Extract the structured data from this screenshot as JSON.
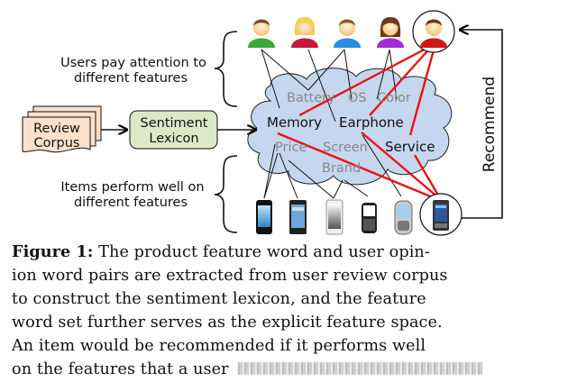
{
  "figure": {
    "brace_labels": {
      "users": [
        "Users pay attention to",
        "different features"
      ],
      "items": [
        "Items perform well on",
        "different features"
      ]
    },
    "review_corpus": [
      "Review",
      "Corpus"
    ],
    "sentiment_lexicon": [
      "Sentiment",
      "Lexicon"
    ],
    "recommend_label": "Recommend",
    "features_primary": [
      "Memory",
      "Earphone",
      "Service"
    ],
    "features_secondary": [
      "Battery",
      "OS",
      "Color",
      "Price",
      "Screen",
      "Brand"
    ],
    "users": [
      {
        "name": "user-1",
        "shirt_color": "#3aa83a"
      },
      {
        "name": "user-2",
        "shirt_color": "#c8183c"
      },
      {
        "name": "user-3",
        "shirt_color": "#2a8fe0"
      },
      {
        "name": "user-4",
        "shirt_color": "#a22ad0"
      },
      {
        "name": "user-5",
        "shirt_color": "#d01818",
        "highlighted": true
      }
    ],
    "items": [
      {
        "name": "phone-1"
      },
      {
        "name": "phone-2"
      },
      {
        "name": "phone-3"
      },
      {
        "name": "phone-4"
      },
      {
        "name": "phone-5"
      },
      {
        "name": "phone-6",
        "highlighted": true
      }
    ],
    "colors": {
      "cloud_fill": "#c5d7ee",
      "corpus_fill": "#fbe0cc",
      "lexicon_fill": "#dde8c8",
      "highlight_edge": "#ee1111",
      "secondary_text": "#888888"
    }
  },
  "caption": {
    "label": "Figure 1:",
    "lines": [
      " The product feature word and user opin-",
      "ion word pairs are extracted from user review corpus",
      "to construct the sentiment lexicon, and the feature",
      "word set further serves as the explicit feature space.",
      "An item would be recommended if it performs well",
      "on the features that a user"
    ]
  }
}
